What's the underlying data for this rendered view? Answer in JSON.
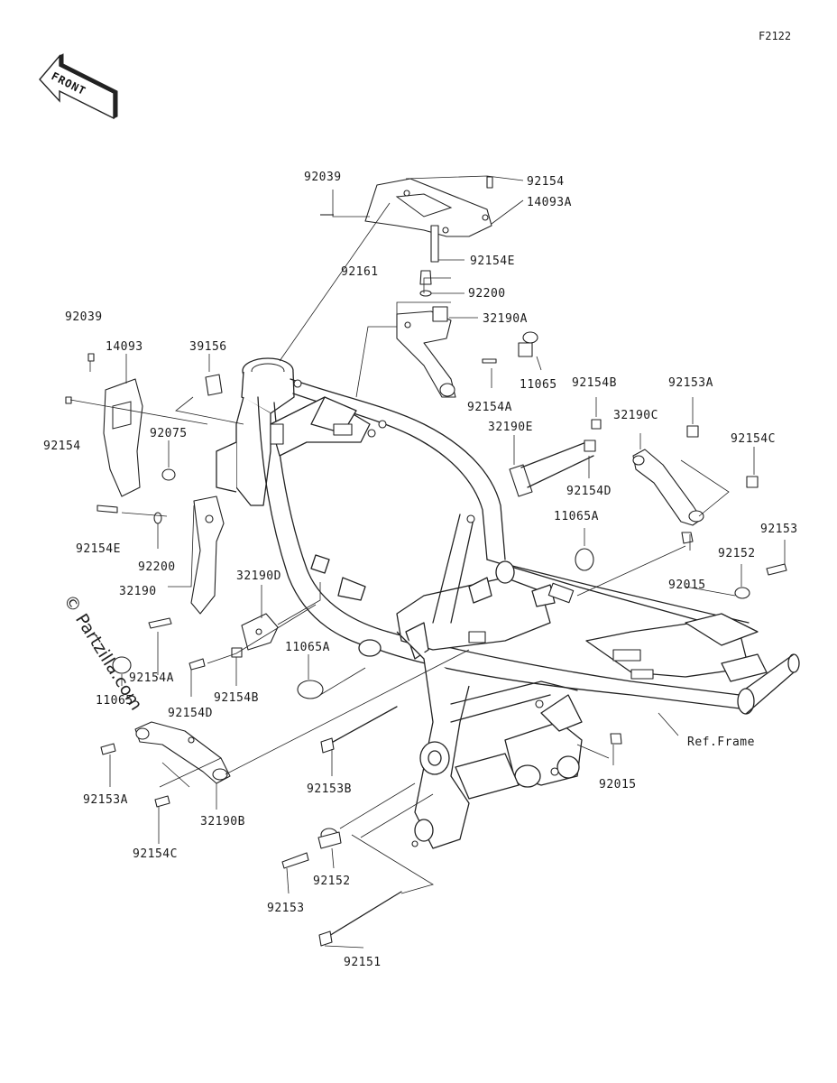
{
  "figure_code": "F2122",
  "front_badge": "FRONT",
  "watermark": "© Partzilla.com",
  "ref_frame_label": "Ref.Frame",
  "part_labels": [
    {
      "id": "p92039-top",
      "text": "92039"
    },
    {
      "id": "p92154-top",
      "text": "92154"
    },
    {
      "id": "p14093A",
      "text": "14093A"
    },
    {
      "id": "p92154E-top",
      "text": "92154E"
    },
    {
      "id": "p92161",
      "text": "92161"
    },
    {
      "id": "p92200-top",
      "text": "92200"
    },
    {
      "id": "p32190A",
      "text": "32190A"
    },
    {
      "id": "p92039-left",
      "text": "92039"
    },
    {
      "id": "p14093",
      "text": "14093"
    },
    {
      "id": "p39156",
      "text": "39156"
    },
    {
      "id": "p11065-top",
      "text": "11065"
    },
    {
      "id": "p92154A-top",
      "text": "92154A"
    },
    {
      "id": "p92154B-top",
      "text": "92154B"
    },
    {
      "id": "p92153A-top",
      "text": "92153A"
    },
    {
      "id": "p32190E",
      "text": "32190E"
    },
    {
      "id": "p32190C",
      "text": "32190C"
    },
    {
      "id": "p92154-left",
      "text": "92154"
    },
    {
      "id": "p92075",
      "text": "92075"
    },
    {
      "id": "p92154C-top",
      "text": "92154C"
    },
    {
      "id": "p92154D-top",
      "text": "92154D"
    },
    {
      "id": "p11065A-top",
      "text": "11065A"
    },
    {
      "id": "p92154E-left",
      "text": "92154E"
    },
    {
      "id": "p92153-right",
      "text": "92153"
    },
    {
      "id": "p92152-right",
      "text": "92152"
    },
    {
      "id": "p92200-left",
      "text": "92200"
    },
    {
      "id": "p92015-top",
      "text": "92015"
    },
    {
      "id": "p32190D",
      "text": "32190D"
    },
    {
      "id": "p32190",
      "text": "32190"
    },
    {
      "id": "p11065A-mid",
      "text": "11065A"
    },
    {
      "id": "p92154A-left",
      "text": "92154A"
    },
    {
      "id": "p11065-left",
      "text": "11065"
    },
    {
      "id": "p92154B-mid",
      "text": "92154B"
    },
    {
      "id": "p92154D-left",
      "text": "92154D"
    },
    {
      "id": "p92153B",
      "text": "92153B"
    },
    {
      "id": "p92015-bot",
      "text": "92015"
    },
    {
      "id": "p92153A-left",
      "text": "92153A"
    },
    {
      "id": "p32190B",
      "text": "32190B"
    },
    {
      "id": "p92154C-left",
      "text": "92154C"
    },
    {
      "id": "p92152-bot",
      "text": "92152"
    },
    {
      "id": "p92153-bot",
      "text": "92153"
    },
    {
      "id": "p92151",
      "text": "92151"
    }
  ]
}
